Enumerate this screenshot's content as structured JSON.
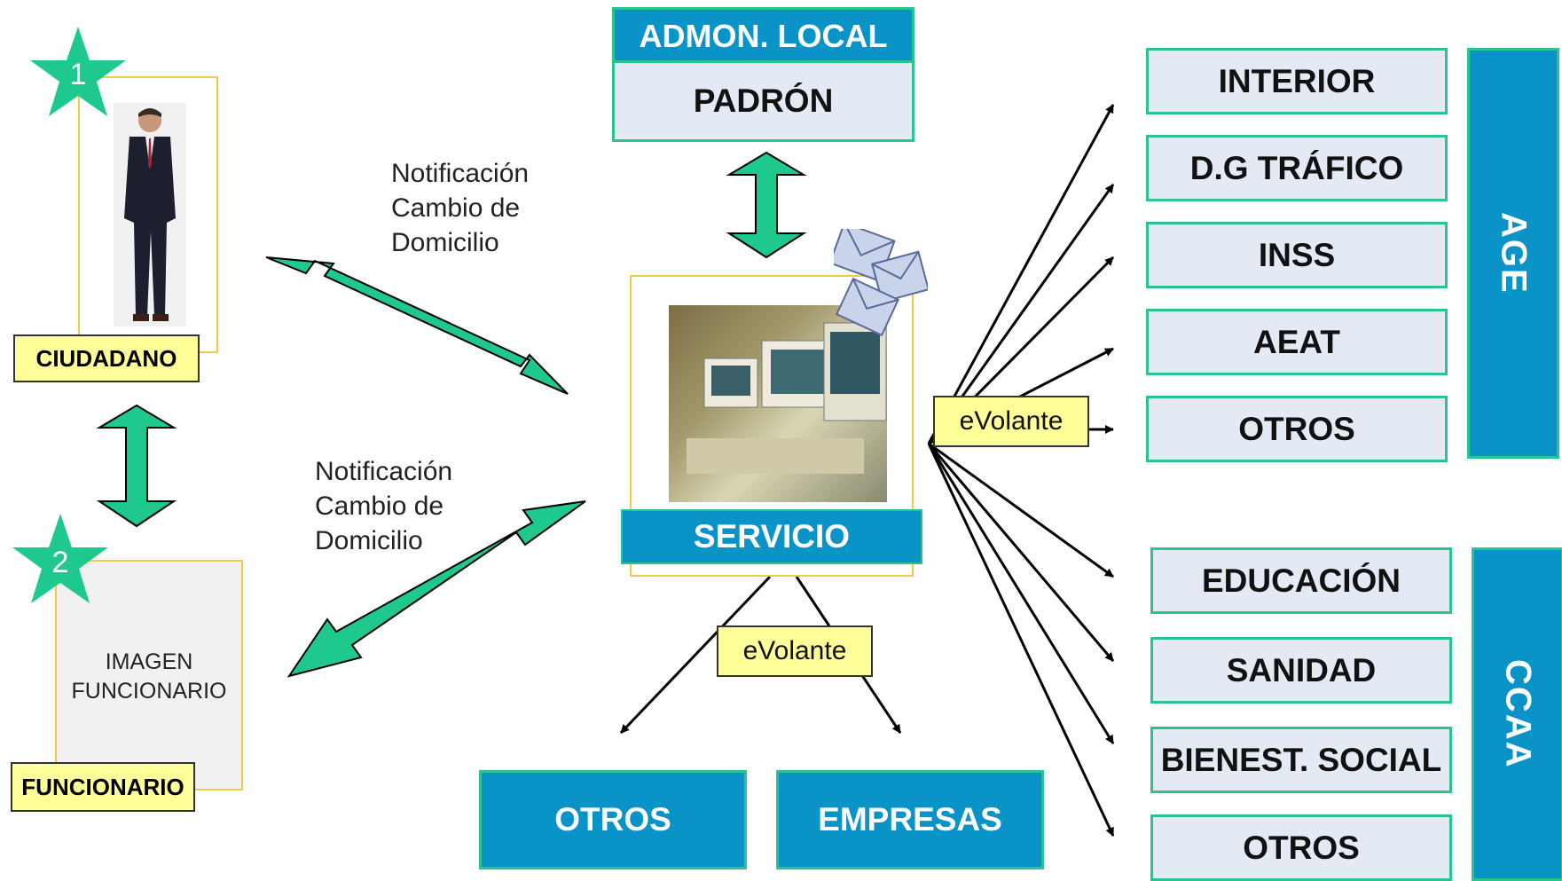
{
  "ciudadano": {
    "step": "1",
    "label": "CIUDADANO"
  },
  "funcionario": {
    "step": "2",
    "image_text": "IMAGEN\nFUNCIONARIO",
    "label": "FUNCIONARIO"
  },
  "notes": [
    {
      "text": "Notificación\nCambio de\nDomicilio"
    },
    {
      "text": "Notificación\nCambio de\nDomicilio"
    }
  ],
  "admon": {
    "header": "ADMON. LOCAL",
    "body": "PADRÓN"
  },
  "servicio": {
    "label": "SERVICIO"
  },
  "evolante": {
    "right": "eVolante",
    "bottom": "eVolante"
  },
  "age": {
    "label": "AGE",
    "items": [
      "INTERIOR",
      "D.G TRÁFICO",
      "INSS",
      "AEAT",
      "OTROS"
    ]
  },
  "ccaa": {
    "label": "CCAA",
    "items": [
      "EDUCACIÓN",
      "SANIDAD",
      "BIENEST. SOCIAL",
      "OTROS"
    ]
  },
  "bottom": {
    "left": "OTROS",
    "right": "EMPRESAS"
  },
  "colors": {
    "accent_blue": "#0a93c6",
    "arrow_green": "#1fc98e",
    "box_border": "#29c48f",
    "label_yellow": "#ffff99",
    "frame_gold": "#f2c94c",
    "box_fill": "#e3eaf4"
  }
}
